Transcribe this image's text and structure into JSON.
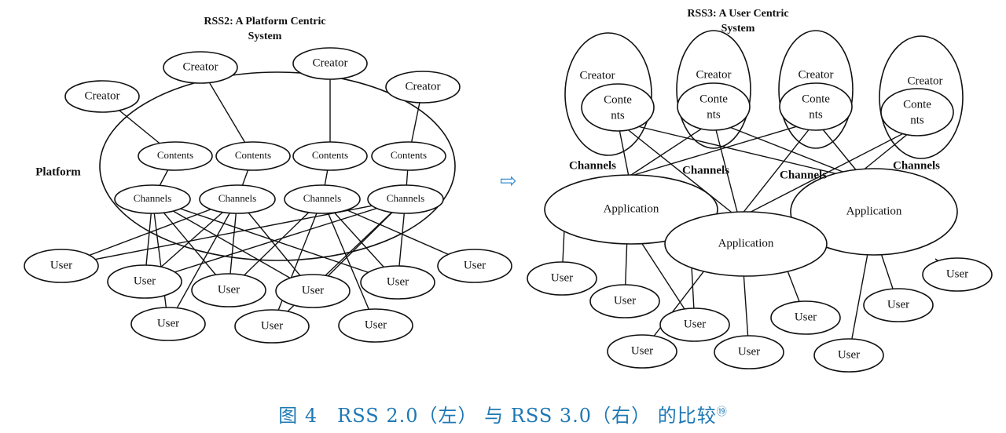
{
  "left": {
    "title_line1": "RSS2: A Platform Centric",
    "title_line2": "System",
    "platform_label": "Platform",
    "creator_label": "Creator",
    "contents_label": "Contents",
    "channels_label": "Channels",
    "user_label": "User"
  },
  "right": {
    "title_line1": "RSS3: A User Centric",
    "title_line2": "System",
    "creator_label": "Creator",
    "contents_line1": "Conte",
    "contents_line2": "nts",
    "channels_label": "Channels",
    "application_label": "Application",
    "user_label": "User"
  },
  "arrow": "⇨",
  "caption": {
    "text": "图 4　RSS 2.0（左） 与 RSS 3.0（右） 的比较",
    "footnote": "⑲"
  },
  "colors": {
    "caption": "#1e78b4",
    "arrow": "#3a8fd0",
    "ink": "#111111"
  }
}
